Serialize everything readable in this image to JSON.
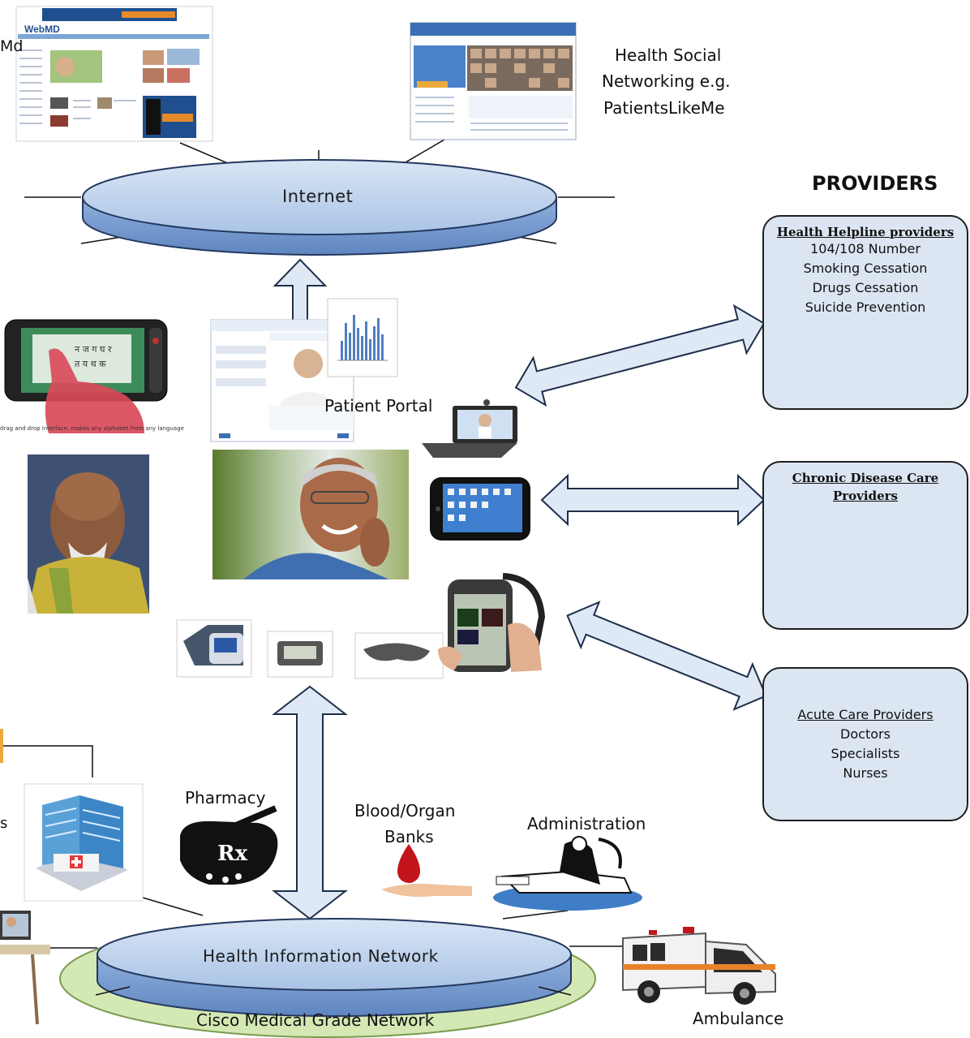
{
  "internet": {
    "label": "Internet"
  },
  "hin": {
    "label": "Health Information Network",
    "outer_label": "Cisco Medical Grade Network"
  },
  "top": {
    "webmd_partial": "Md",
    "webmd_logo": "WebMD",
    "social_1": "Health Social",
    "social_2": "Networking e.g.",
    "social_3": "PatientsLikeMe"
  },
  "providers_title": "PROVIDERS",
  "helpline": {
    "head": "Health Helpline providers",
    "lines": [
      "104/108 Number",
      "Smoking Cessation",
      "Drugs Cessation",
      "Suicide Prevention"
    ]
  },
  "chronic": {
    "head_1": "Chronic Disease Care",
    "head_2": "Providers"
  },
  "acute": {
    "head": "Acute Care Providers",
    "lines": [
      "Doctors",
      "Specialists",
      "Nurses"
    ]
  },
  "center": {
    "patient_portal": "Patient Portal",
    "phone_caption": "drag and drop interface, makes any alphabet from any language",
    "phone_keys": "न ज ग घ र\nत य थ क"
  },
  "bottom": {
    "pharmacy": "Pharmacy",
    "rx": "Rx",
    "blood_1": "Blood/Organ",
    "blood_2": "Banks",
    "administration": "Administration",
    "ambulance": "Ambulance",
    "left_partial": "s"
  },
  "colors": {
    "disk_top": "#c5d6ee",
    "disk_side": "#9cbbe0",
    "disk_stroke": "#24385f",
    "green_base": "#d4e8b4",
    "box_fill": "#dce6f2",
    "arrow_fill": "#dfe9f6",
    "arrow_stroke": "#1f2f4a"
  }
}
